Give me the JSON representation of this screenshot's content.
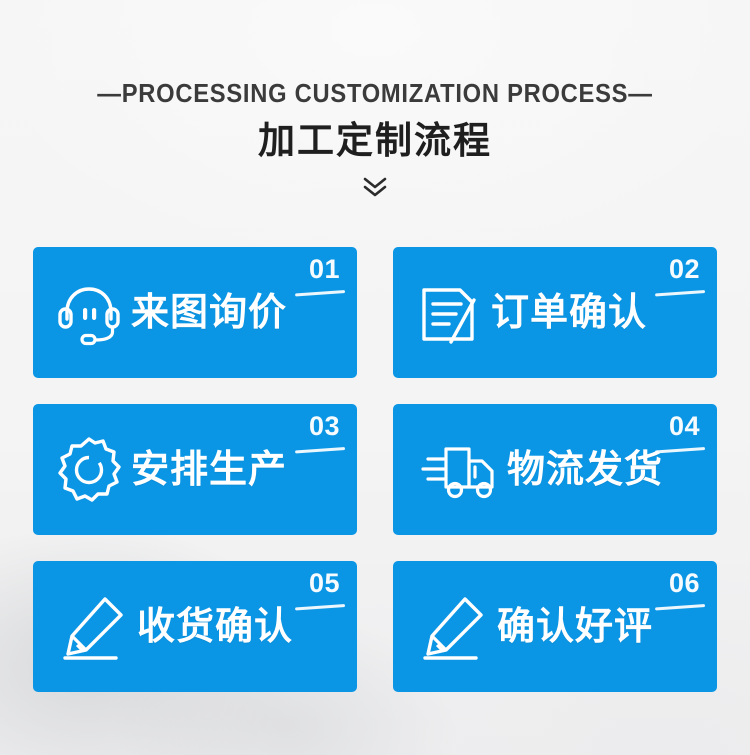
{
  "header": {
    "title_en": "—PROCESSING CUSTOMIZATION PROCESS—",
    "title_cn": "加工定制流程",
    "chevron_icon": "double-chevron-down-icon"
  },
  "colors": {
    "card_blue": "#0b96e5",
    "background": "#f4f4f4",
    "heading_en": "#3b3b3b",
    "heading_cn": "#1f1f1f",
    "card_text": "#ffffff"
  },
  "steps": [
    {
      "number": "01",
      "label": "来图询价",
      "icon": "headset-icon"
    },
    {
      "number": "02",
      "label": "订单确认",
      "icon": "document-edit-icon"
    },
    {
      "number": "03",
      "label": "安排生产",
      "icon": "gear-icon"
    },
    {
      "number": "04",
      "label": "物流发货",
      "icon": "delivery-truck-icon"
    },
    {
      "number": "05",
      "label": "收货确认",
      "icon": "pencil-sign-icon"
    },
    {
      "number": "06",
      "label": "确认好评",
      "icon": "pencil-sign-icon"
    }
  ]
}
